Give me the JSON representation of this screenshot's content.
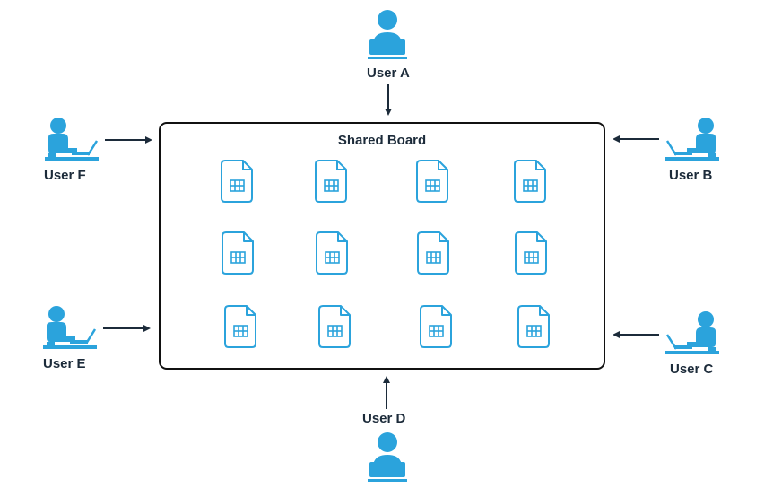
{
  "board": {
    "title": "Shared Board"
  },
  "users": {
    "a": "User A",
    "b": "User B",
    "c": "User C",
    "d": "User D",
    "e": "User E",
    "f": "User F"
  },
  "icons": {
    "user": "user-desktop-icon",
    "user_laptop": "user-laptop-icon",
    "document": "spreadsheet-file-icon"
  },
  "colors": {
    "accent": "#2ba3dc",
    "arrow": "#1c2b3a",
    "text": "#1c2b3a",
    "border": "#111111"
  }
}
